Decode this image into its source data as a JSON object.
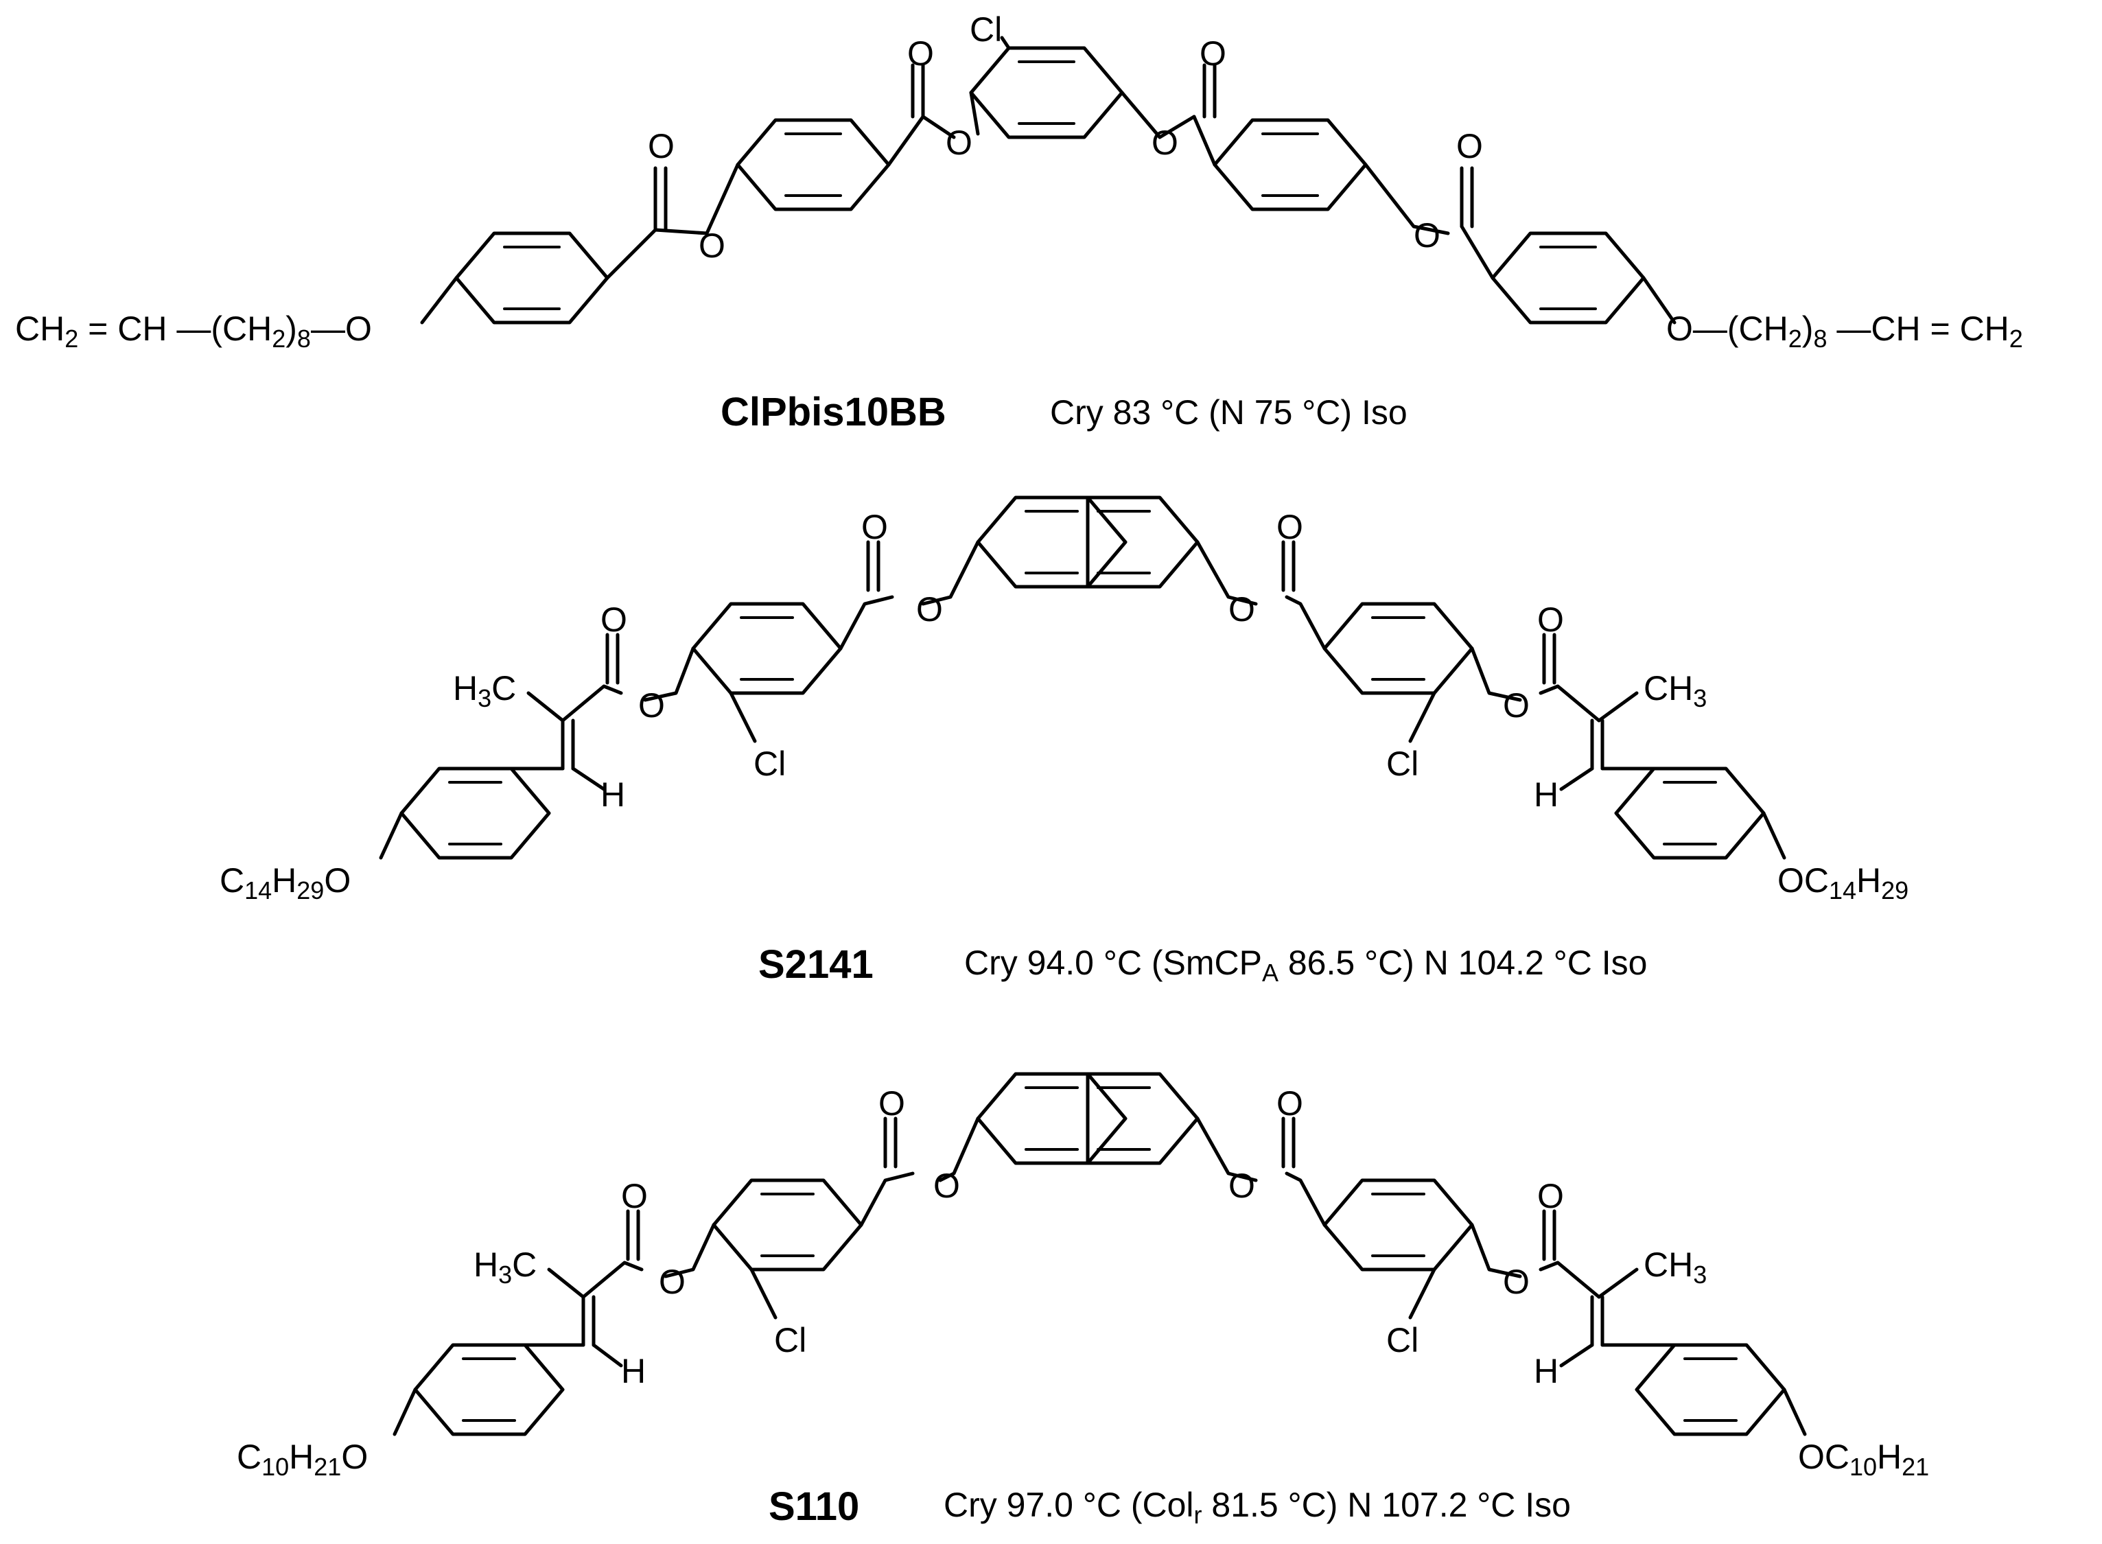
{
  "compounds": [
    {
      "name": "ClPbis10BB",
      "transition_text": "Cry 83 °C (N 75 °C) Iso",
      "left_chain": "CH₂ = CH —(CH₂)₈—O",
      "right_chain": "O—(CH₂)₈ —CH = CH₂",
      "core_substituent": "Cl"
    },
    {
      "name": "S2141",
      "transition_text_parts": [
        "Cry 94.0 °C (SmCP",
        "A",
        " 86.5 °C) N 104.2 °C Iso"
      ],
      "left_tail": "C14H29O",
      "right_tail": "OC14H29",
      "methyl_label": "H3C / CH3",
      "substituent": "Cl",
      "vinyl_h": "H"
    },
    {
      "name": "S110",
      "transition_text_parts": [
        "Cry 97.0 °C (Col",
        "r",
        " 81.5 °C) N 107.2 °C Iso"
      ],
      "left_tail": "C10H21O",
      "right_tail": "OC10H21",
      "methyl_label": "H3C / CH3",
      "substituent": "Cl",
      "vinyl_h": "H"
    }
  ],
  "atom_labels": {
    "O": "O",
    "Cl": "Cl",
    "H": "H",
    "C": "C"
  }
}
